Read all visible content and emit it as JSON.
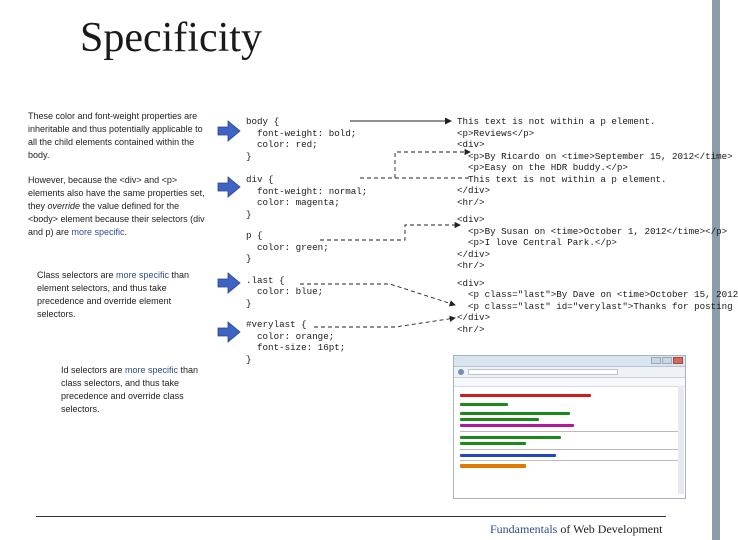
{
  "slide": {
    "title": "Specificity",
    "footer_highlight": "Fundamentals",
    "footer_rest": " of Web Development"
  },
  "notes": {
    "p1": "These color and font-weight properties are inheritable and thus potentially applicable to all the child elements contained within the body.",
    "p2_a": "However, because the <div> and <p> elements also have the same properties set, they ",
    "p2_em": "override",
    "p2_b": " the value defined for the <body> element because their selectors (div and p) are ",
    "p2_hl": "more specific",
    "p2_end": ".",
    "p3_a": "Class selectors are ",
    "p3_hl": "more specific",
    "p3_b": " than element selectors, and thus take precedence and override element selectors.",
    "p4_a": "Id selectors are ",
    "p4_hl": "more specific",
    "p4_b": " than class selectors, and thus take precedence and override class selectors."
  },
  "css_code": [
    "body {",
    "  font-weight: bold;",
    "  color: red;",
    "}",
    "div {",
    "  font-weight: normal;",
    "  color: magenta;",
    "}",
    "p {",
    "  color: green;",
    "}",
    ".last {",
    "  color: blue;",
    "}",
    "#verylast {",
    "  color: orange;",
    "  font-size: 16pt;",
    "}"
  ],
  "html_code": [
    "This text is not within a p element.",
    "<p>Reviews</p>",
    "<div>",
    "  <p>By Ricardo on <time>September 15, 2012</time>",
    "  <p>Easy on the HDR buddy.</p>",
    "  This text is not within a p element.",
    "</div>",
    "<hr/>",
    "",
    "<div>",
    "  <p>By Susan on <time>October 1, 2012</time></p>",
    "  <p>I love Central Park.</p>",
    "</div>",
    "<hr/>",
    "",
    "<div>",
    "  <p class=\"last\">By Dave on <time>October 15, 2012",
    "  <p class=\"last\" id=\"verylast\">Thanks for posting",
    "</div>",
    "<hr/>"
  ],
  "colors": {
    "highlight": "#2e4f8c",
    "red_text": "#d11a1a",
    "magenta_text": "#b0199c",
    "green_text": "#1b8a1b",
    "blue_text": "#2346c9",
    "orange_text": "#e07b00",
    "accent_bar": "#8a9da8"
  }
}
